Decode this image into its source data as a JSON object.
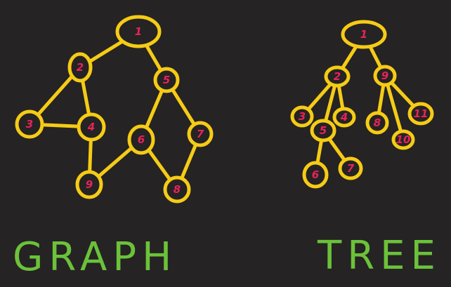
{
  "colors": {
    "background": "#252323",
    "edge": "#f5cb16",
    "label": "#e8235a",
    "title": "#6bc23a"
  },
  "graph": {
    "title": "GRAPH",
    "nodes": [
      {
        "id": "g1",
        "label": "1"
      },
      {
        "id": "g2",
        "label": "2"
      },
      {
        "id": "g3",
        "label": "3"
      },
      {
        "id": "g4",
        "label": "4"
      },
      {
        "id": "g5",
        "label": "5"
      },
      {
        "id": "g6",
        "label": "6"
      },
      {
        "id": "g7",
        "label": "7"
      },
      {
        "id": "g8",
        "label": "8"
      },
      {
        "id": "g9",
        "label": "9"
      }
    ],
    "edges": [
      [
        "g1",
        "g2"
      ],
      [
        "g1",
        "g5"
      ],
      [
        "g2",
        "g3"
      ],
      [
        "g2",
        "g4"
      ],
      [
        "g3",
        "g4"
      ],
      [
        "g4",
        "g9"
      ],
      [
        "g5",
        "g6"
      ],
      [
        "g5",
        "g7"
      ],
      [
        "g6",
        "g9"
      ],
      [
        "g6",
        "g8"
      ],
      [
        "g7",
        "g8"
      ]
    ]
  },
  "tree": {
    "title": "TREE",
    "nodes": [
      {
        "id": "t1",
        "label": "1"
      },
      {
        "id": "t2",
        "label": "2"
      },
      {
        "id": "t9",
        "label": "9"
      },
      {
        "id": "t3",
        "label": "3"
      },
      {
        "id": "t4",
        "label": "4"
      },
      {
        "id": "t5",
        "label": "5"
      },
      {
        "id": "t6",
        "label": "6"
      },
      {
        "id": "t7",
        "label": "7"
      },
      {
        "id": "t8",
        "label": "8"
      },
      {
        "id": "t10",
        "label": "10"
      },
      {
        "id": "t11",
        "label": "11"
      }
    ],
    "edges": [
      [
        "t1",
        "t2"
      ],
      [
        "t1",
        "t9"
      ],
      [
        "t2",
        "t3"
      ],
      [
        "t2",
        "t4"
      ],
      [
        "t2",
        "t5"
      ],
      [
        "t5",
        "t6"
      ],
      [
        "t5",
        "t7"
      ],
      [
        "t9",
        "t8"
      ],
      [
        "t9",
        "t10"
      ],
      [
        "t9",
        "t11"
      ]
    ]
  }
}
